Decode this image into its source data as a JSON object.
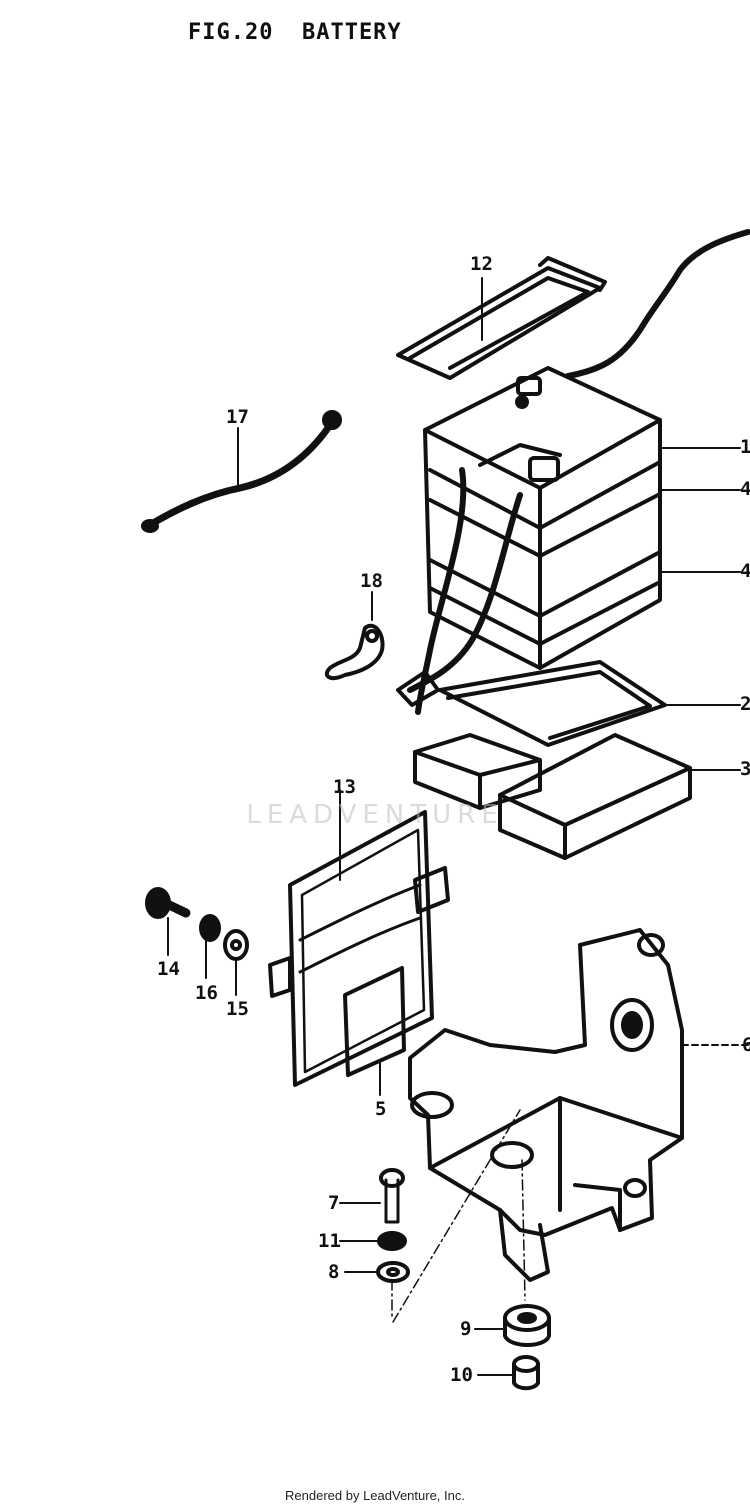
{
  "figure": {
    "title": "FIG.20  BATTERY"
  },
  "callouts": {
    "c1": "1",
    "c2": "2",
    "c3": "3",
    "c4a": "4",
    "c4b": "4",
    "c5": "5",
    "c6": "6",
    "c7": "7",
    "c8": "8",
    "c9": "9",
    "c10": "10",
    "c11": "11",
    "c12": "12",
    "c13": "13",
    "c14": "14",
    "c15": "15",
    "c16": "16",
    "c17": "17",
    "c18": "18"
  },
  "watermark": {
    "text": "LEADVENTURE"
  },
  "footer": {
    "text": "Rendered by LeadVenture, Inc."
  },
  "colors": {
    "ink": "#111111",
    "paper": "#ffffff",
    "watermark": "#bebebe"
  }
}
